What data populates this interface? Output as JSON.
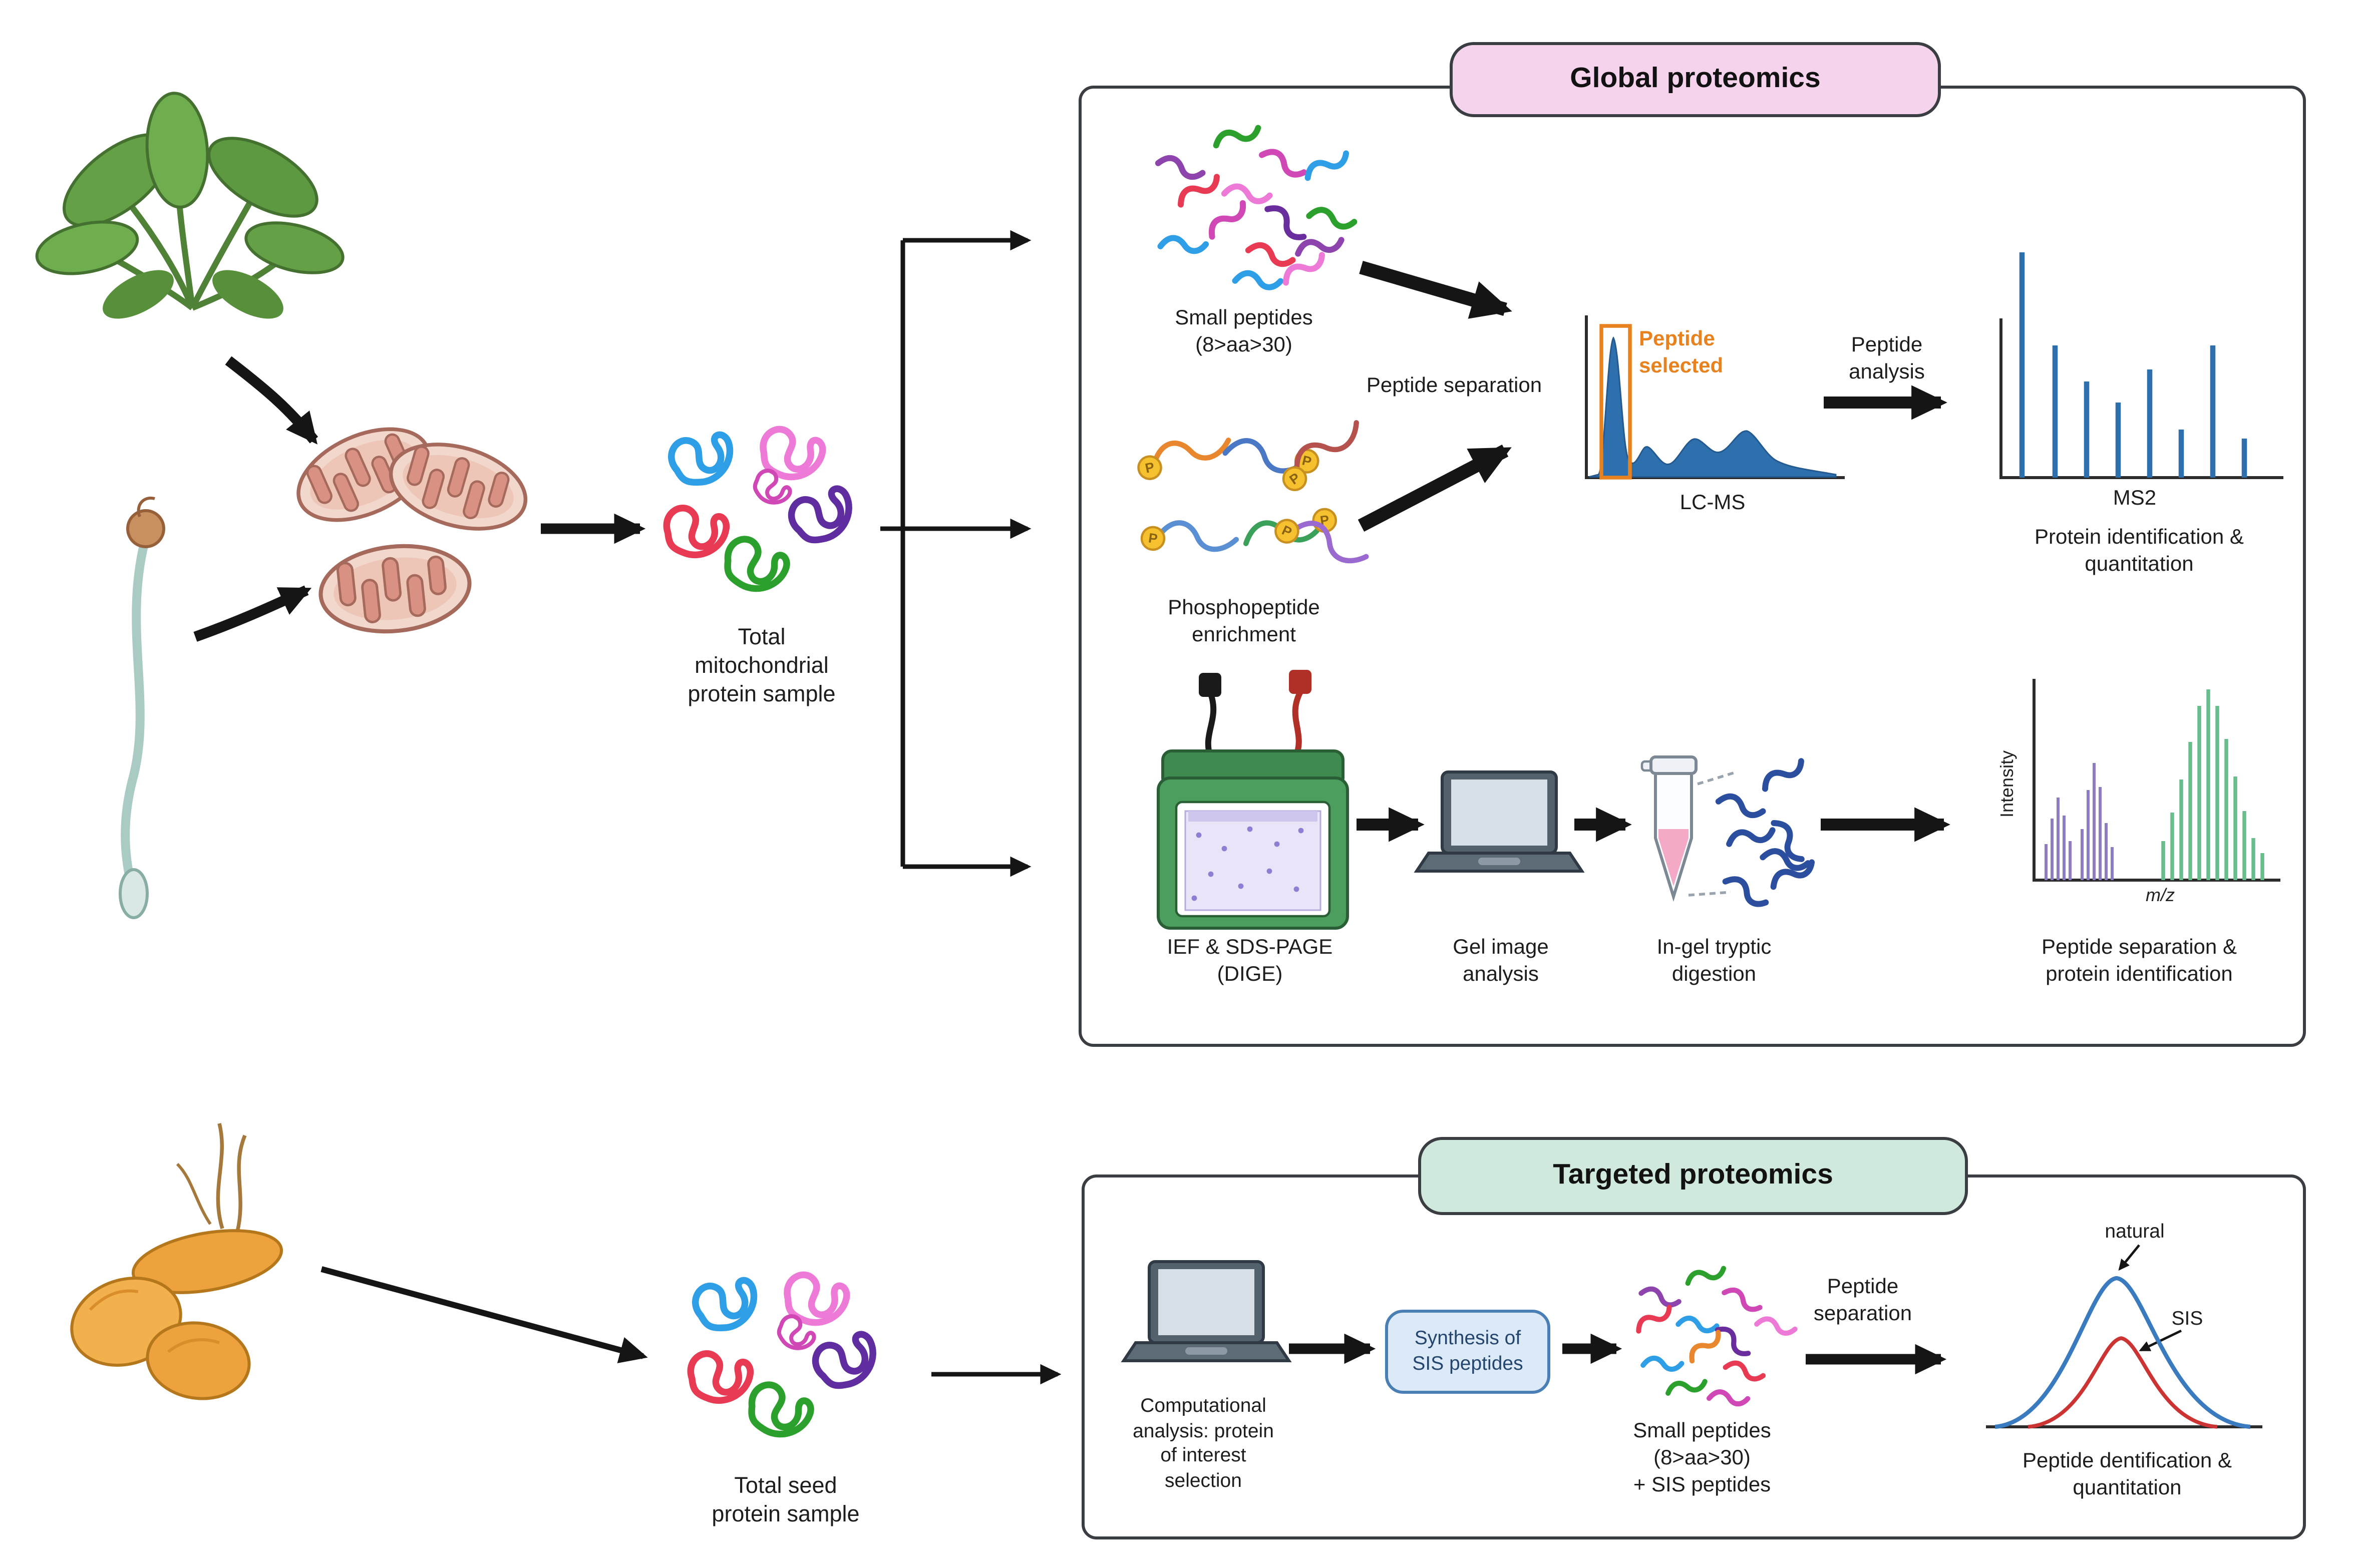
{
  "palette": {
    "global_header_bg": "#f6d3ec",
    "targeted_header_bg": "#cfe9dd",
    "panel_border": "#3a3d42",
    "accent_orange": "#e8821e",
    "lcms_blue": "#2e6fae",
    "spectrum_purple": "#8e7cc3",
    "spectrum_green": "#67bd8b",
    "natural_curve_blue": "#3a7bbf",
    "sis_curve_red": "#cc3333"
  },
  "source": {
    "total_mitochondrial_label": "Total\nmitochondrial\nprotein sample",
    "total_seed_label": "Total seed\nprotein sample"
  },
  "global": {
    "title": "Global proteomics",
    "small_peptides": "Small peptides\n(8>aa>30)",
    "peptide_separation": "Peptide separation",
    "phospho_enrichment": "Phosphopeptide\nenrichment",
    "phospho_p": "P",
    "peptide_selected": "Peptide\nselected",
    "lcms": "LC-MS",
    "peptide_analysis": "Peptide\nanalysis",
    "ms2": "MS2",
    "protein_id": "Protein identification &\nquantitation",
    "ief": "IEF & SDS-PAGE\n(DIGE)",
    "gel_image": "Gel image\nanalysis",
    "ingel": "In-gel tryptic\ndigestion",
    "intensity": "Intensity",
    "mz": "m/z",
    "pep_sep_id": "Peptide separation &\nprotein identification"
  },
  "targeted": {
    "title": "Targeted proteomics",
    "comp_analysis": "Computational\nanalysis: protein\nof interest\nselection",
    "sis_synthesis": "Synthesis of\nSIS peptides",
    "small_peptides_sis": "Small peptides\n(8>aa>30)\n+ SIS peptides",
    "peptide_separation": "Peptide\nseparation",
    "natural": "natural",
    "sis": "SIS",
    "pep_id_quant": "Peptide dentification &\nquantitation"
  }
}
